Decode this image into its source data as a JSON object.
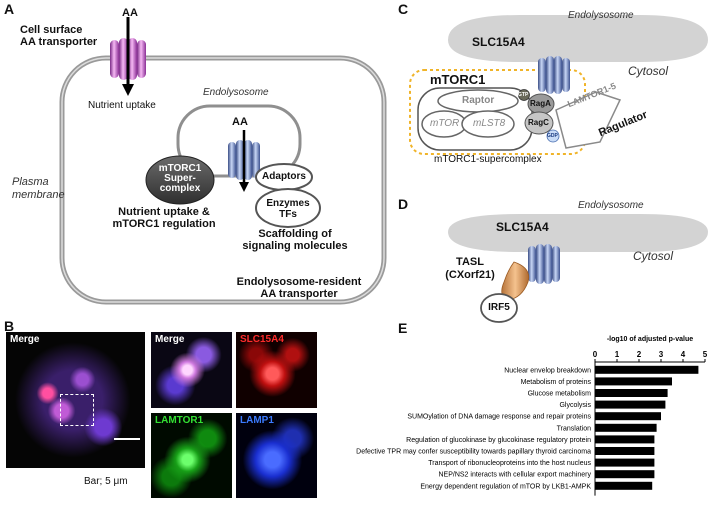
{
  "panels": {
    "a": "A",
    "b": "B",
    "c": "C",
    "d": "D",
    "e": "E"
  },
  "panel_a": {
    "aa_top": "AA",
    "cell_surface_transporter": "Cell surface\nAA transporter",
    "nutrient_uptake": "Nutrient uptake",
    "plasma_membrane": "Plasma\nmembrane",
    "endolysosome": "Endolysosome",
    "aa_inner": "AA",
    "mtorc1_super": "mTORC1\nSuper-\ncomplex",
    "adaptors": "Adaptors",
    "enzymes": "Enzymes\nTFs",
    "nutrient_regulation": "Nutrient uptake &\nmTORC1 regulation",
    "scaffolding": "Scaffolding of\nsignaling molecules",
    "resident": "Endolysosome-resident\nAA transporter"
  },
  "panel_b": {
    "merge": "Merge",
    "merge_zoom": "Merge",
    "slc15a4": "SLC15A4",
    "lamtor1": "LAMTOR1",
    "lamp1": "LAMP1",
    "scale": "Bar; 5 μm",
    "colors": {
      "slc15a4": "#ff2b2b",
      "lamtor1": "#33e033",
      "lamp1": "#3b7bff"
    }
  },
  "panel_c": {
    "endolysosome": "Endolysosome",
    "slc15a4": "SLC15A4",
    "cytosol": "Cytosol",
    "mtorc1": "mTORC1",
    "raptor": "Raptor",
    "mtor": "mTOR",
    "mlst8": "mLST8",
    "raga": "RagA",
    "ragc": "RagC",
    "gtp": "GTP",
    "gdp": "GDP",
    "lamtor": "LAMTOR1-5",
    "ragulator": "Ragulator",
    "supercomplex": "mTORC1-supercomplex"
  },
  "panel_d": {
    "endolysosome": "Endolysosome",
    "slc15a4": "SLC15A4",
    "cytosol": "Cytosol",
    "tasl": "TASL\n(CXorf21)",
    "irf5": "IRF5"
  },
  "chart_data": {
    "type": "bar",
    "orientation": "horizontal",
    "xlabel": "-log10 of adjusted p-value",
    "xlim": [
      0,
      5
    ],
    "xticks": [
      "0",
      "1",
      "2",
      "3",
      "4",
      "5"
    ],
    "categories": [
      "Nuclear envelop breakdown",
      "Metabolism of proteins",
      "Glucose metabolism",
      "Glycolysis",
      "SUMOylation of DNA damage response and repair proteins",
      "Translation",
      "Regulation of glucokinase by glucokinase regulatory protein",
      "Defective TPR may confer susceptibility towards papillary thyroid carcinoma",
      "Transport of ribonucleoproteins into the host nucleus",
      "NEP/NS2 interacts with cellular export machinery",
      "Energy dependent regulation of mTOR by LKB1-AMPK"
    ],
    "values": [
      4.7,
      3.5,
      3.3,
      3.2,
      3.0,
      2.8,
      2.7,
      2.7,
      2.7,
      2.7,
      2.6
    ],
    "bar_color": "#000000"
  }
}
